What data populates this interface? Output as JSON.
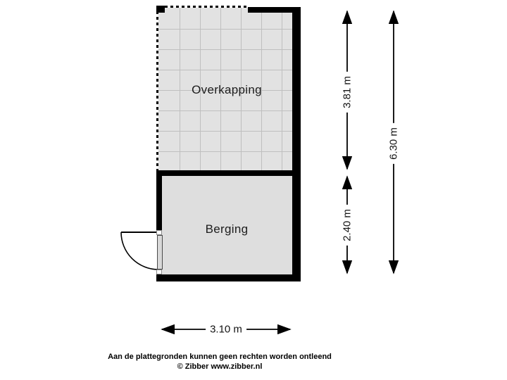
{
  "floorplan": {
    "rooms": [
      {
        "name": "Overkapping"
      },
      {
        "name": "Berging"
      }
    ],
    "colors": {
      "background": "#ffffff",
      "wall": "#000000",
      "overkapping_fill": "#e2e2e2",
      "grid_line": "#bfbfbf",
      "berging_fill": "#dedede",
      "door_panel": "#d9d9d9",
      "label_text": "#1c1c1c",
      "dimension_line": "#000000"
    }
  },
  "dimensions": {
    "overkapping_height": "3.81 m",
    "berging_height": "2.40 m",
    "total_height": "6.30 m",
    "width": "3.10 m"
  },
  "footer": {
    "disclaimer": "Aan de plattegronden kunnen geen rechten worden ontleend",
    "copyright": "© Zibber www.zibber.nl"
  }
}
